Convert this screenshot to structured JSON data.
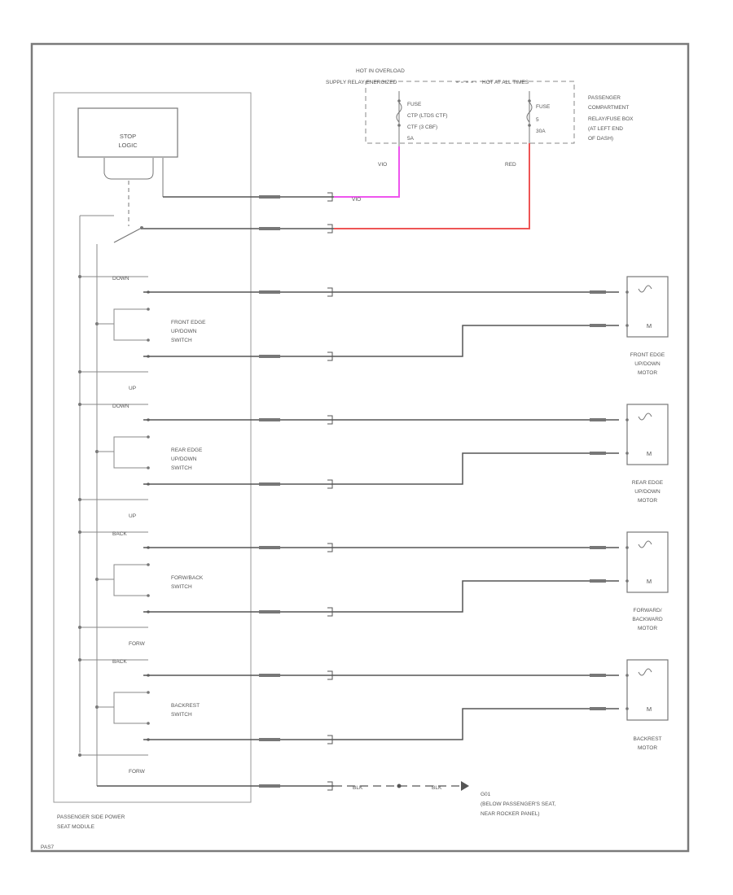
{
  "diagram": {
    "hot_at_all_times": "HOT AT ALL TIMES",
    "hot_overload": "HOT IN OVERLOAD",
    "supply_relay": "SUPPLY RELAY ENERGIZED",
    "fuse_left_line1": "FUSE",
    "fuse_left_line2": "CTP  (LTDS CTF)",
    "fuse_left_line3": "CTF  (3 CBF)",
    "fuse_left_line4": "5A",
    "fuse_right_line1": "FUSE",
    "fuse_right_line2": "5",
    "fuse_right_line3": "30A",
    "relay_box_line1": "PASSENGER",
    "relay_box_line2": "COMPARTMENT",
    "relay_box_line3": "RELAY/FUSE BOX",
    "relay_box_line4": "(AT LEFT END",
    "relay_box_line5": "OF DASH)",
    "wire_vio": "VIO",
    "wire_red": "RED",
    "stop_logic_line1": "STOP",
    "stop_logic_line2": "LOGIC",
    "label_down1": "DOWN",
    "label_up1": "UP",
    "front_switch_line1": "FRONT EDGE",
    "front_switch_line2": "UP/DOWN",
    "front_switch_line3": "SWITCH",
    "label_down2": "DOWN",
    "label_up2": "UP",
    "rear_switch_line1": "REAR EDGE",
    "rear_switch_line2": "UP/DOWN",
    "rear_switch_line3": "SWITCH",
    "label_back1": "BACK",
    "label_forw1": "FORW",
    "fwd_switch_line1": "FORW/BACK",
    "fwd_switch_line2": "SWITCH",
    "label_back2": "BACK",
    "label_forw2": "FORW",
    "backrest_switch_line1": "BACKREST",
    "backrest_switch_line2": "SWITCH",
    "motor1_line1": "FRONT EDGE",
    "motor1_line2": "UP/DOWN",
    "motor1_line3": "MOTOR",
    "motor2_line1": "REAR EDGE",
    "motor2_line2": "UP/DOWN",
    "motor2_line3": "MOTOR",
    "motor3_line1": "FORWARD/",
    "motor3_line2": "BACKWARD",
    "motor3_line3": "MOTOR",
    "motor4_line1": "BACKREST",
    "motor4_line2": "MOTOR",
    "motor_symbol": "M",
    "ground_wire": "BLK",
    "ground_wire2": "BLK",
    "ground_line1": "G01",
    "ground_line2": "(BELOW PASSENGER'S SEAT,",
    "ground_line3": "NEAR ROCKER PANEL)",
    "module_line1": "PASSENGER SIDE POWER",
    "module_line2": "SEAT MODULE",
    "figure_id": "PAS7"
  },
  "colors": {
    "frame": "#7a7a7a",
    "wire": "#555555",
    "vio_wire": "#ee55ee",
    "red_wire": "#ee5555"
  }
}
